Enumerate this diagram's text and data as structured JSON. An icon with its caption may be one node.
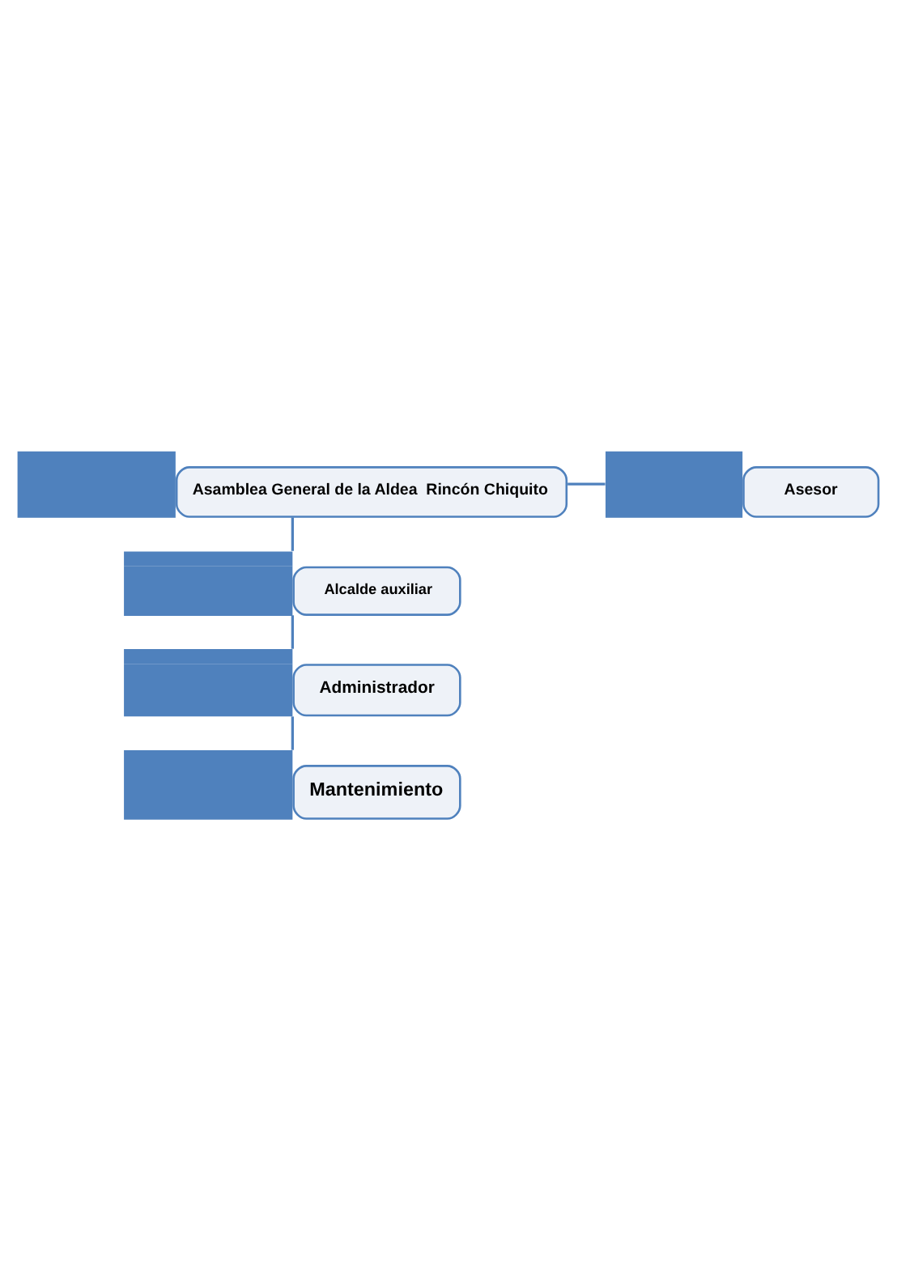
{
  "diagram": {
    "nodes": [
      {
        "text": [
          "Asamblea General de la Aldea  Rincón Chiquito"
        ]
      },
      {
        "text": [
          "Asesor"
        ]
      },
      {
        "text": [
          "Alcalde auxiliar"
        ]
      },
      {
        "text": [
          "Administrador"
        ]
      },
      {
        "text": [
          "Mantenimiento"
        ]
      }
    ],
    "edges": [
      {
        "from": 0,
        "to": 1,
        "arrow": "none"
      },
      {
        "from": 0,
        "to": 2,
        "arrow": "none"
      },
      {
        "from": 2,
        "to": 3,
        "arrow": "none"
      },
      {
        "from": 3,
        "to": 4,
        "arrow": "none"
      }
    ]
  }
}
